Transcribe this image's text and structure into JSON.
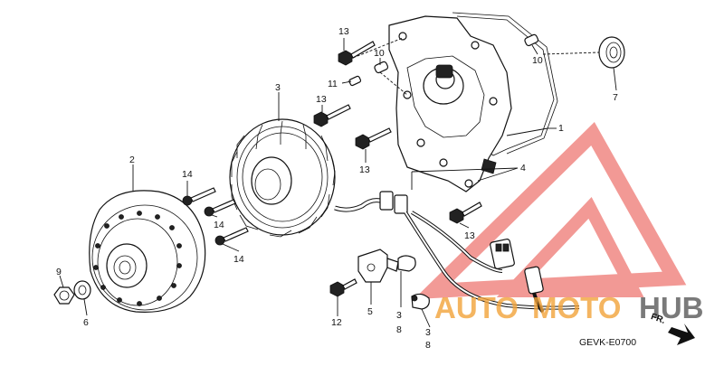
{
  "parts": {
    "p1": "1",
    "p2": "2",
    "p3": "3",
    "p4": "4",
    "p5": "5",
    "p6": "6",
    "p7": "7",
    "p9": "9",
    "p10a": "10",
    "p10b": "10",
    "p11": "11",
    "p12": "12",
    "p13a": "13",
    "p13b": "13",
    "p13c": "13",
    "p13d": "13",
    "p14a": "14",
    "p14b": "14",
    "p14c": "14",
    "p3a": "3",
    "p8a": "8",
    "p3b": "3",
    "p8b": "8"
  },
  "diagram_code": "GEVK-E0700",
  "front_marker": "FR.",
  "watermark": {
    "part1": "AUTO",
    "part2": "MOTO",
    "part3": "HUB",
    "color_red": "#e8473f",
    "color_orange": "#f2a33a",
    "color_gray": "#5a5a5a"
  }
}
